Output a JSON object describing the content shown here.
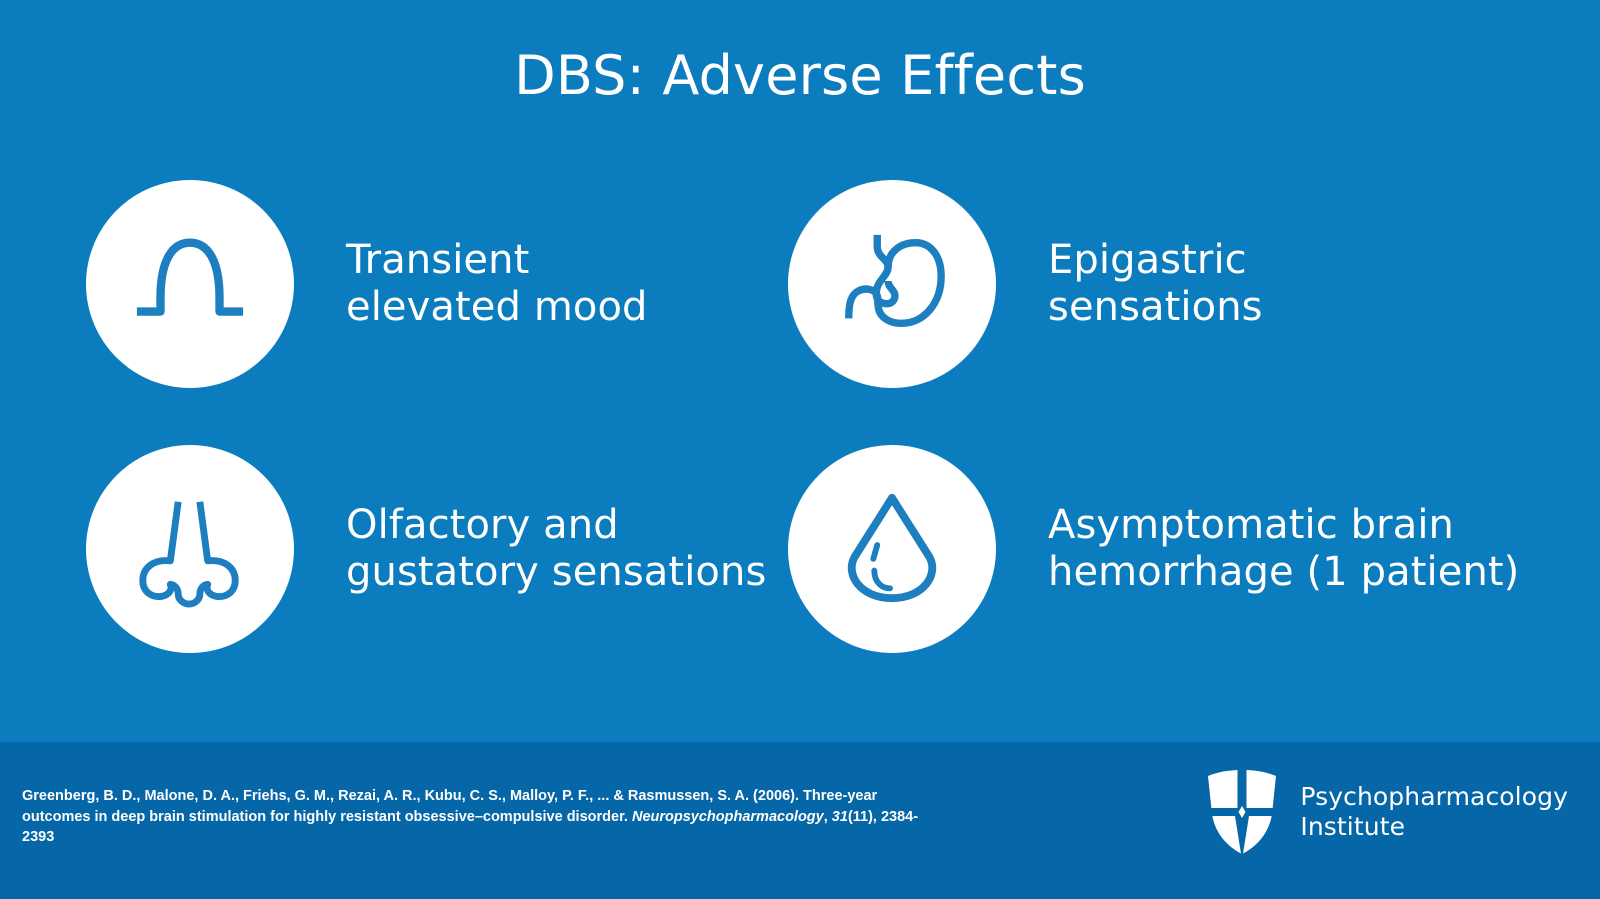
{
  "slide": {
    "title": "DBS: Adverse Effects",
    "background_color": "#0b7cbd",
    "footer_color": "#0667a8",
    "accent_color": "#1d7fc0",
    "text_color": "#ffffff"
  },
  "items": [
    {
      "icon": "brain-wave-peak-icon",
      "label": "Transient\nelevated mood"
    },
    {
      "icon": "stomach-icon",
      "label": "Epigastric\nsensations"
    },
    {
      "icon": "nose-icon",
      "label": "Olfactory and\ngustatory sensations"
    },
    {
      "icon": "blood-droplet-icon",
      "label": "Asymptomatic brain\nhemorrhage (1 patient)"
    }
  ],
  "footer": {
    "citation": {
      "part1": "Greenberg, B. D., Malone, D. A., Friehs, G. M., Rezai, A. R., Kubu, C. S., Malloy, P. F., ... & Rasmussen, S. A. (2006). Three-year outcomes in deep brain stimulation for highly resistant obsessive–compulsive disorder. ",
      "journal": "Neuropsychopharmacology",
      "separator": ", ",
      "volume": "31",
      "part2": "(11), 2384-2393"
    },
    "brand": {
      "mark": "shield-logo-icon",
      "name": "Psychopharmacology\nInstitute"
    }
  }
}
